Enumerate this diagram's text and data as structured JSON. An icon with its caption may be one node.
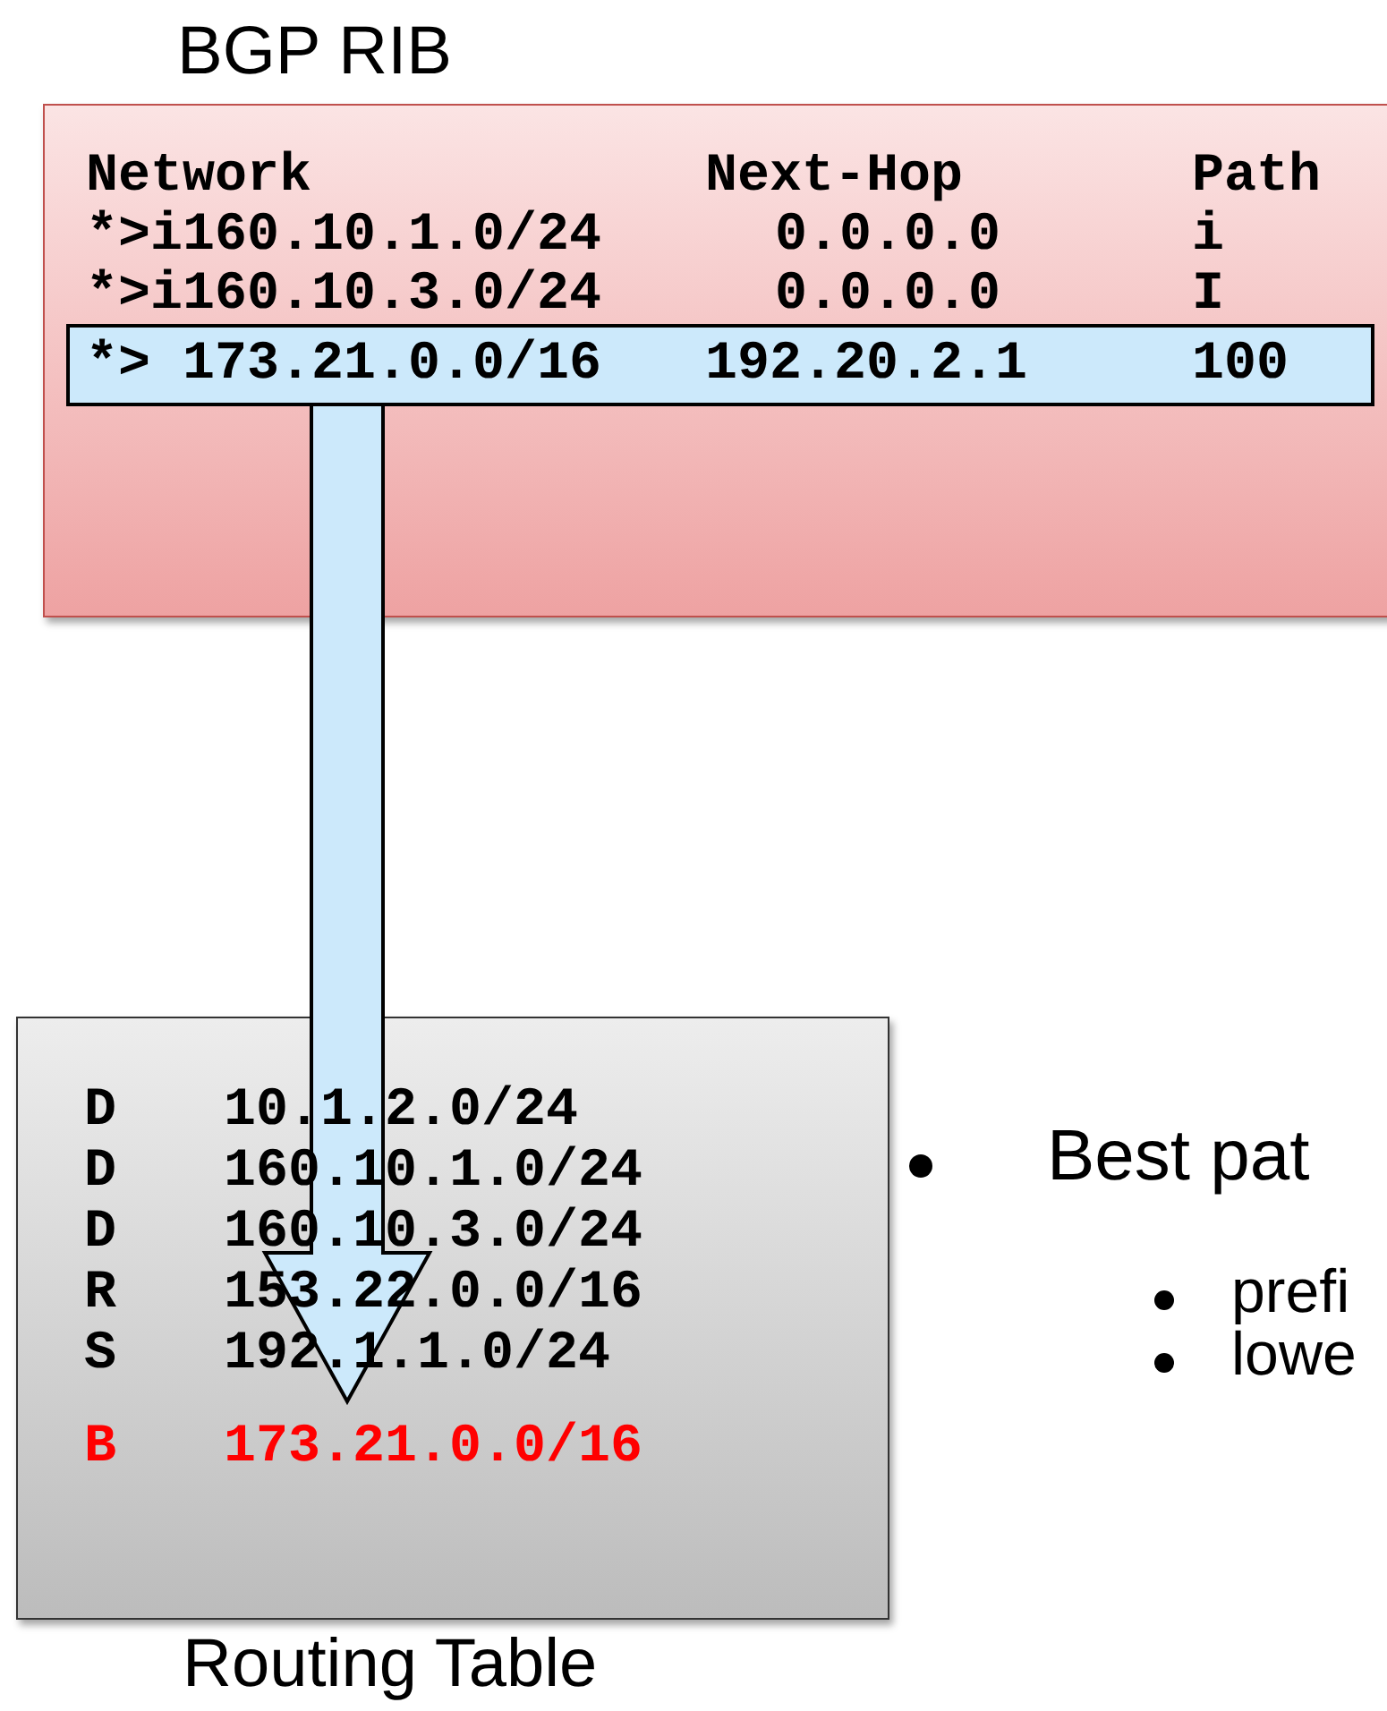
{
  "diagram": {
    "nodes": [
      {
        "text": [
          "BGP RIB",
          "Network",
          "Next-Hop",
          "Path",
          "*>i160.10.1.0/24",
          "0.0.0.0",
          "i",
          "*>i160.10.3.0/24",
          "0.0.0.0",
          "I"
        ]
      },
      {
        "text": [
          "*> 173.21.0.0/16",
          "192.20.2.1",
          "100"
        ],
        "in": 0
      },
      {
        "text": [
          "Routing Table",
          "D",
          "10.1.2.0/24",
          "D",
          "160.10.1.0/24",
          "D",
          "160.10.3.0/24",
          "R",
          "153.22.0.0/16",
          "S",
          "192.1.1.0/24",
          "B",
          "173.21.0.0/16"
        ]
      }
    ],
    "edges": [
      {
        "from": 1,
        "to": 2,
        "arrow": "to",
        "style": "thick"
      }
    ],
    "labels": [
      "Best pat",
      "prefi",
      "lowe"
    ]
  }
}
